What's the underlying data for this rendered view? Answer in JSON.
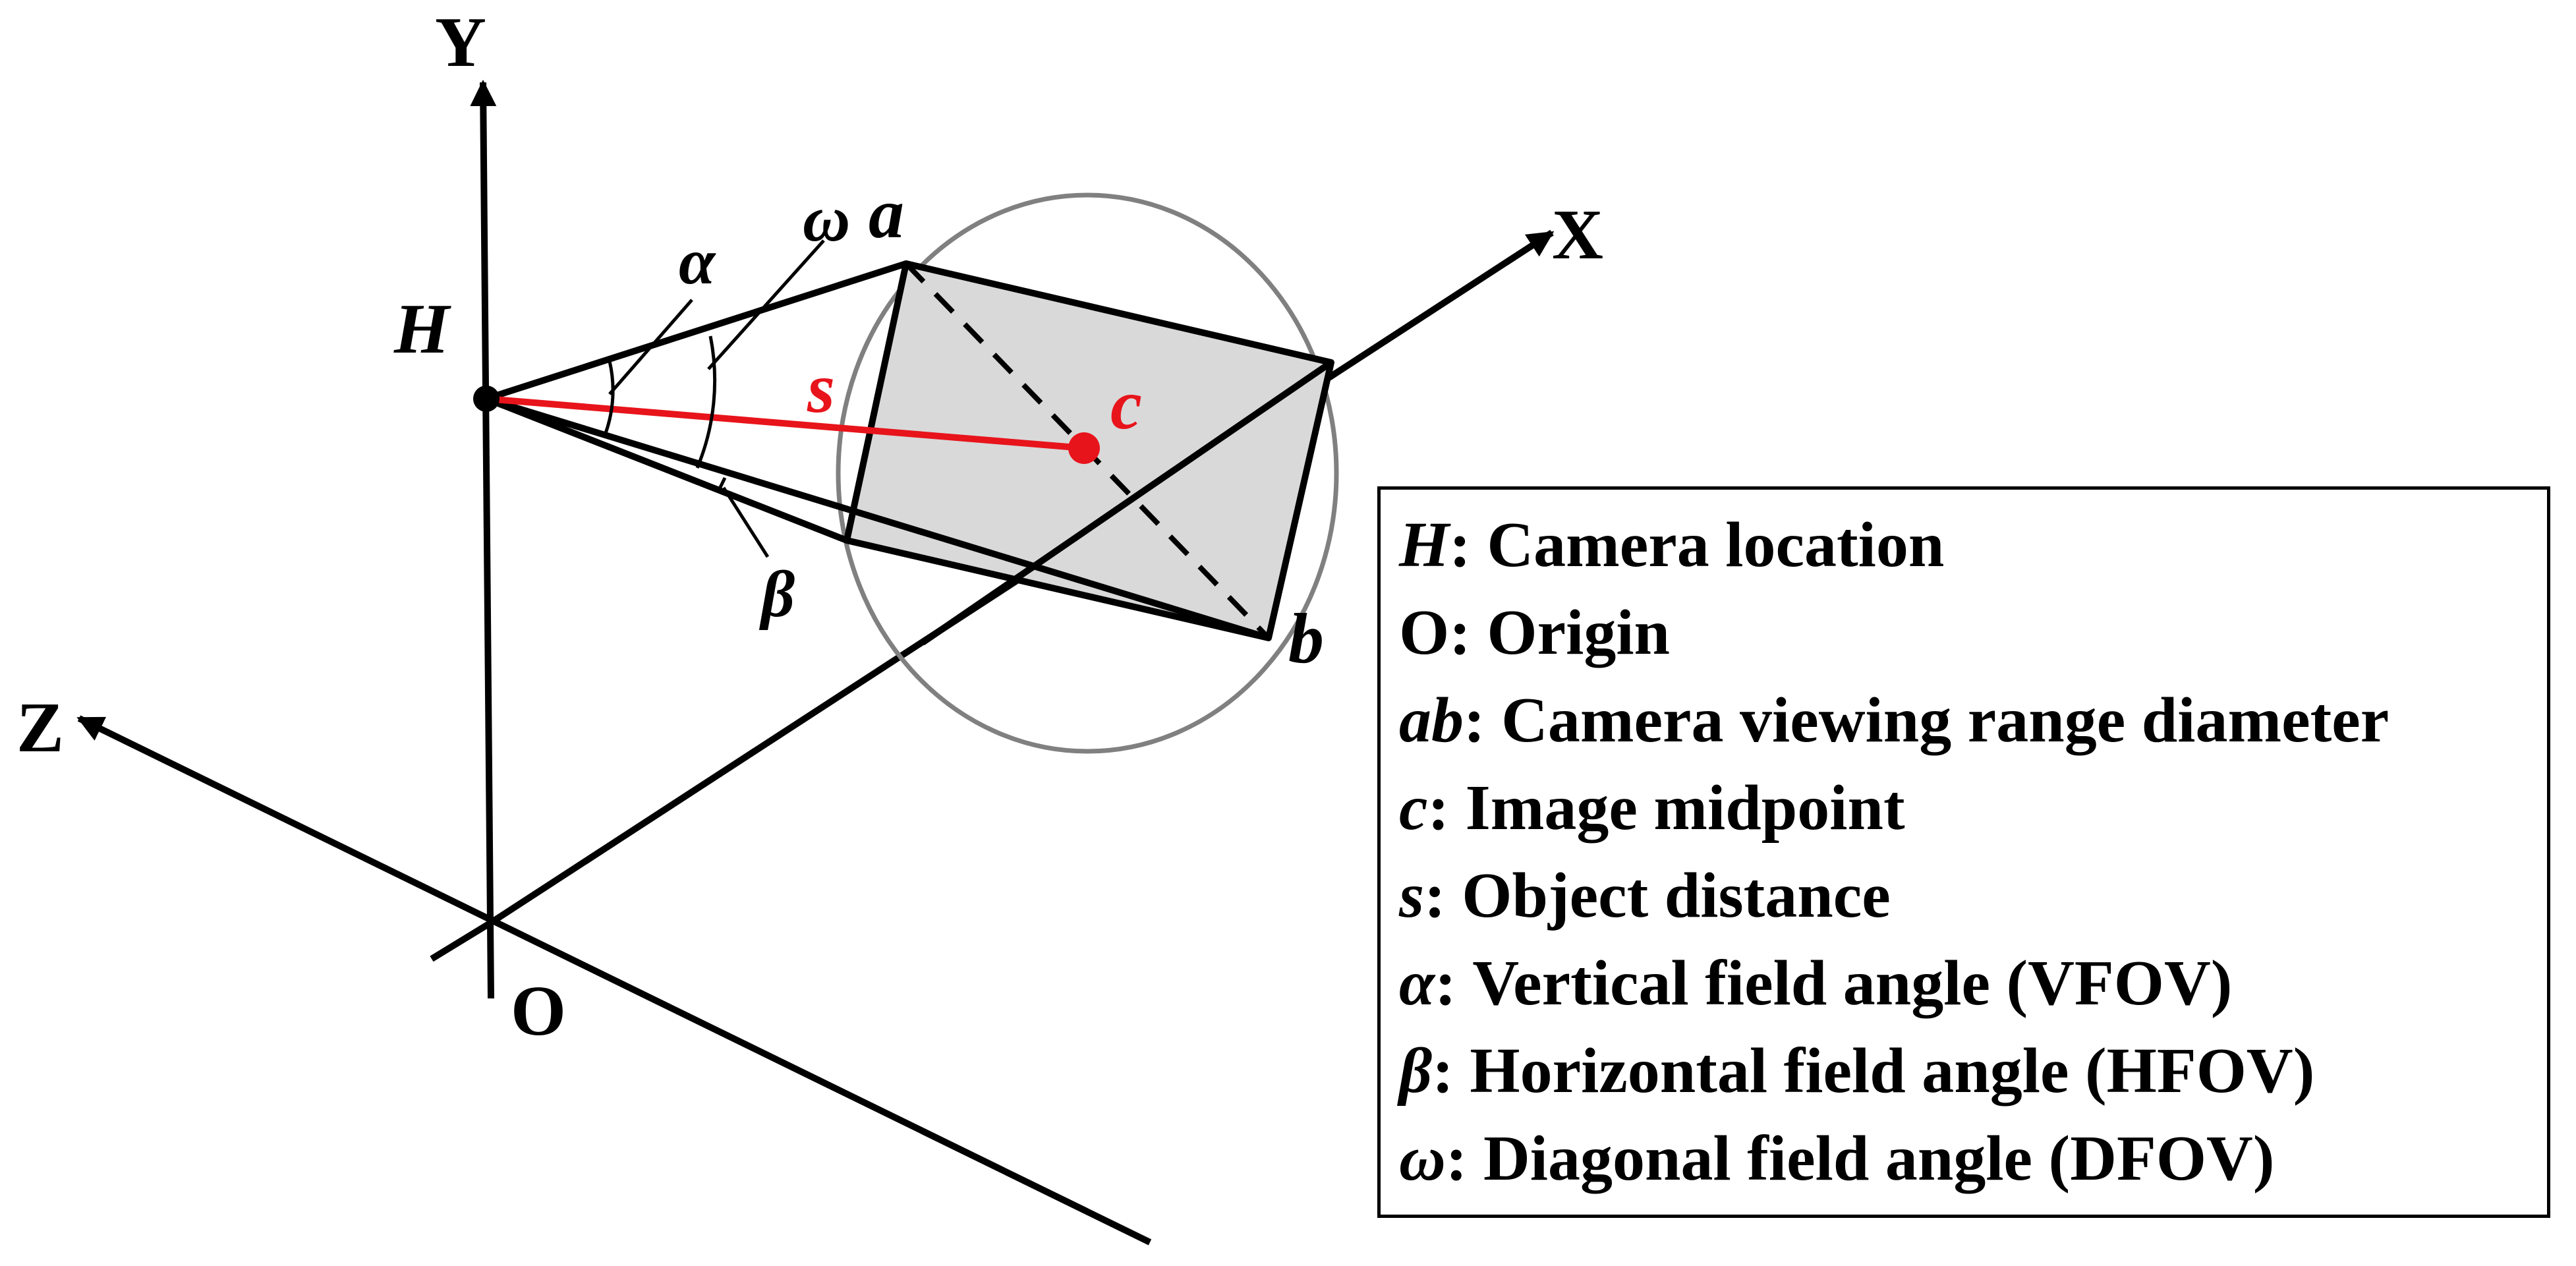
{
  "axes": {
    "x_label": "X",
    "y_label": "Y",
    "z_label": "Z",
    "origin_label": "O"
  },
  "points": {
    "camera_label": "H",
    "corner_a_label": "a",
    "corner_b_label": "b",
    "midpoint_label": "c",
    "distance_label": "s"
  },
  "angles": {
    "alpha_label": "α",
    "beta_label": "β",
    "omega_label": "ω"
  },
  "legend": [
    {
      "symbol": "H",
      "text": ": Camera location",
      "symbol_italic": true
    },
    {
      "symbol": "O",
      "text": ": Origin",
      "symbol_italic": false
    },
    {
      "symbol": "ab",
      "text": ": Camera viewing range diameter",
      "symbol_italic": true
    },
    {
      "symbol": "c",
      "text": ": Image midpoint",
      "symbol_italic": true
    },
    {
      "symbol": "s",
      "text": ": Object distance",
      "symbol_italic": true
    },
    {
      "symbol": "α",
      "text": ": Vertical field angle (VFOV)",
      "symbol_italic": true
    },
    {
      "symbol": "β",
      "text": ": Horizontal field angle (HFOV)",
      "symbol_italic": true
    },
    {
      "symbol": "ω",
      "text": ": Diagonal field angle (DFOV)",
      "symbol_italic": true
    }
  ],
  "colors": {
    "accent_red": "#e8141b",
    "image_plane_fill": "#d9d9d9",
    "circle_stroke": "#808080"
  }
}
